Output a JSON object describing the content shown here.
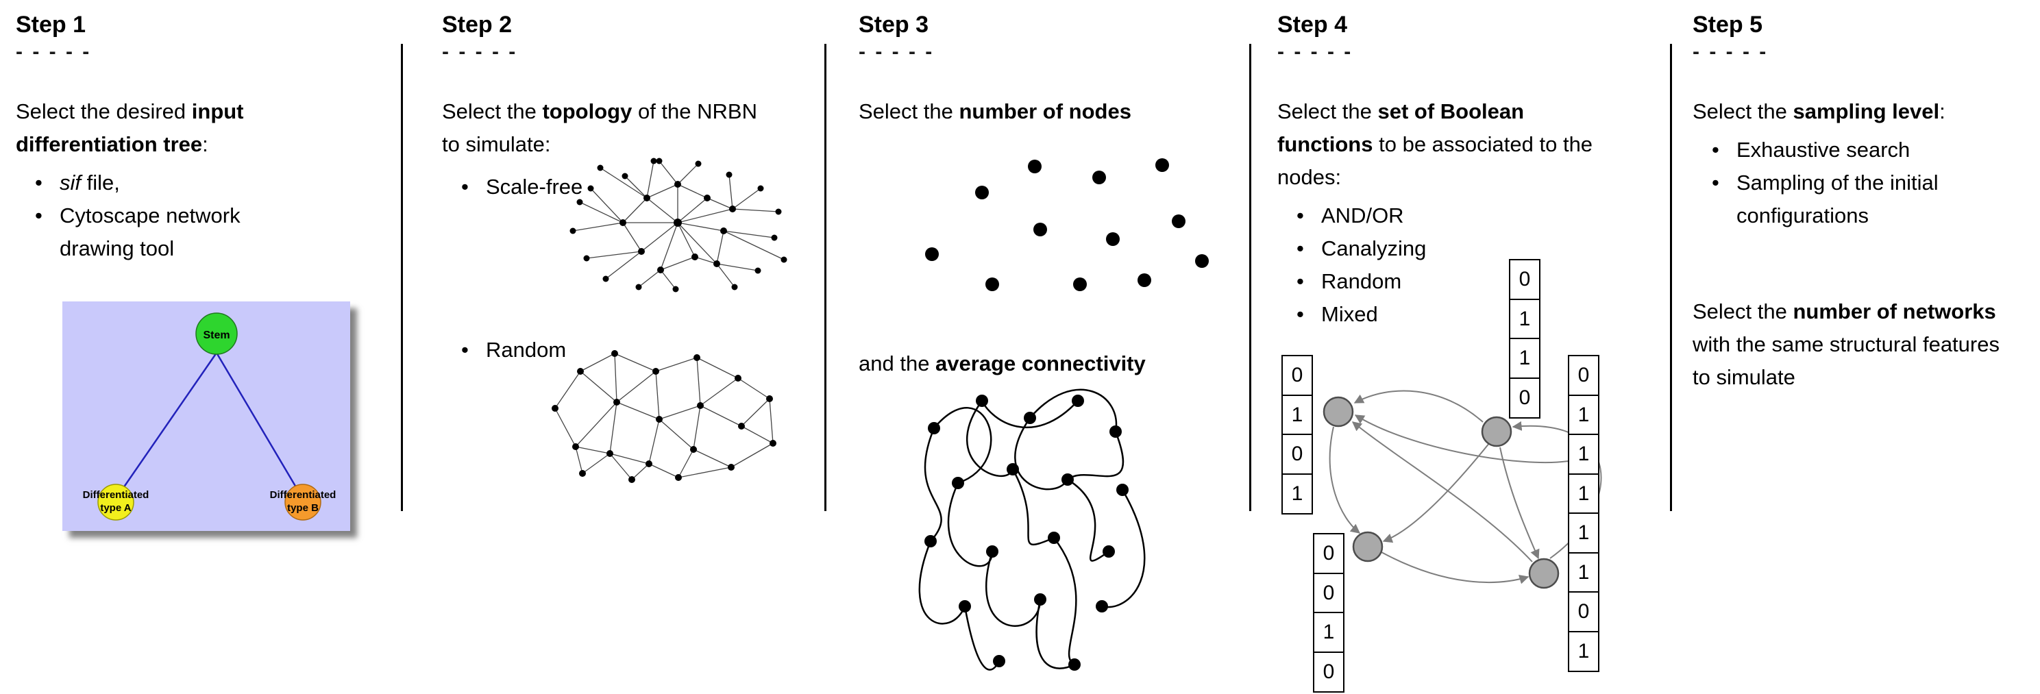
{
  "ui": {
    "bullet": "•"
  },
  "steps": [
    {
      "title": "Step 1",
      "dashes": "- - - - -",
      "description": {
        "prefix": "Select the desired ",
        "bold": "input differentiation tree",
        "suffix": ":"
      },
      "bullets": [
        {
          "italic": "sif",
          "text": " file,"
        },
        {
          "text": "Cytoscape network drawing tool"
        }
      ],
      "tree": {
        "stem_label": "Stem",
        "node_a_line1": "Differentiated",
        "node_a_line2": "type A",
        "node_b_line1": "Differentiated",
        "node_b_line2": "type B",
        "colors": {
          "panel": "#c9c9fb",
          "stem": "#2ed52e",
          "node_a": "#f2ef1d",
          "node_b": "#f59a2c",
          "edge": "#2222bb"
        }
      }
    },
    {
      "title": "Step 2",
      "dashes": "- - - - -",
      "description": {
        "prefix": "Select the ",
        "bold": "topology",
        "suffix": " of the NRBN to simulate:"
      },
      "bullets": [
        {
          "text": "Scale-free"
        },
        {
          "text": "Random"
        }
      ]
    },
    {
      "title": "Step 3",
      "dashes": "- - - - -",
      "description": {
        "prefix": "Select the ",
        "bold": "number of nodes",
        "suffix": ""
      },
      "description2": {
        "prefix": "and the ",
        "bold": "average connectivity",
        "suffix": ""
      }
    },
    {
      "title": "Step 4",
      "dashes": "- - - - -",
      "description": {
        "prefix": "Select the ",
        "bold": "set of Boolean functions",
        "suffix": " to be associated to the nodes:"
      },
      "bullets": [
        {
          "text": "AND/OR"
        },
        {
          "text": "Canalyzing"
        },
        {
          "text": "Random"
        },
        {
          "text": "Mixed"
        }
      ],
      "network": {
        "node_fill": "#a9a9a9"
      },
      "truth_tables": {
        "left": [
          "0",
          "1",
          "0",
          "1"
        ],
        "top": [
          "0",
          "1",
          "1",
          "0"
        ],
        "right": [
          "0",
          "1",
          "1",
          "1",
          "1",
          "1",
          "0",
          "1"
        ],
        "bottom": [
          "0",
          "0",
          "1",
          "0"
        ]
      }
    },
    {
      "title": "Step 5",
      "dashes": "- - - - -",
      "description": {
        "prefix": "Select the ",
        "bold": "sampling level",
        "suffix": ":"
      },
      "bullets": [
        {
          "text": "Exhaustive search"
        },
        {
          "text": "Sampling of the initial configurations"
        }
      ],
      "description2": {
        "prefix": "Select the ",
        "bold": "number of networks",
        "suffix": " with the same structural features to simulate"
      }
    }
  ]
}
